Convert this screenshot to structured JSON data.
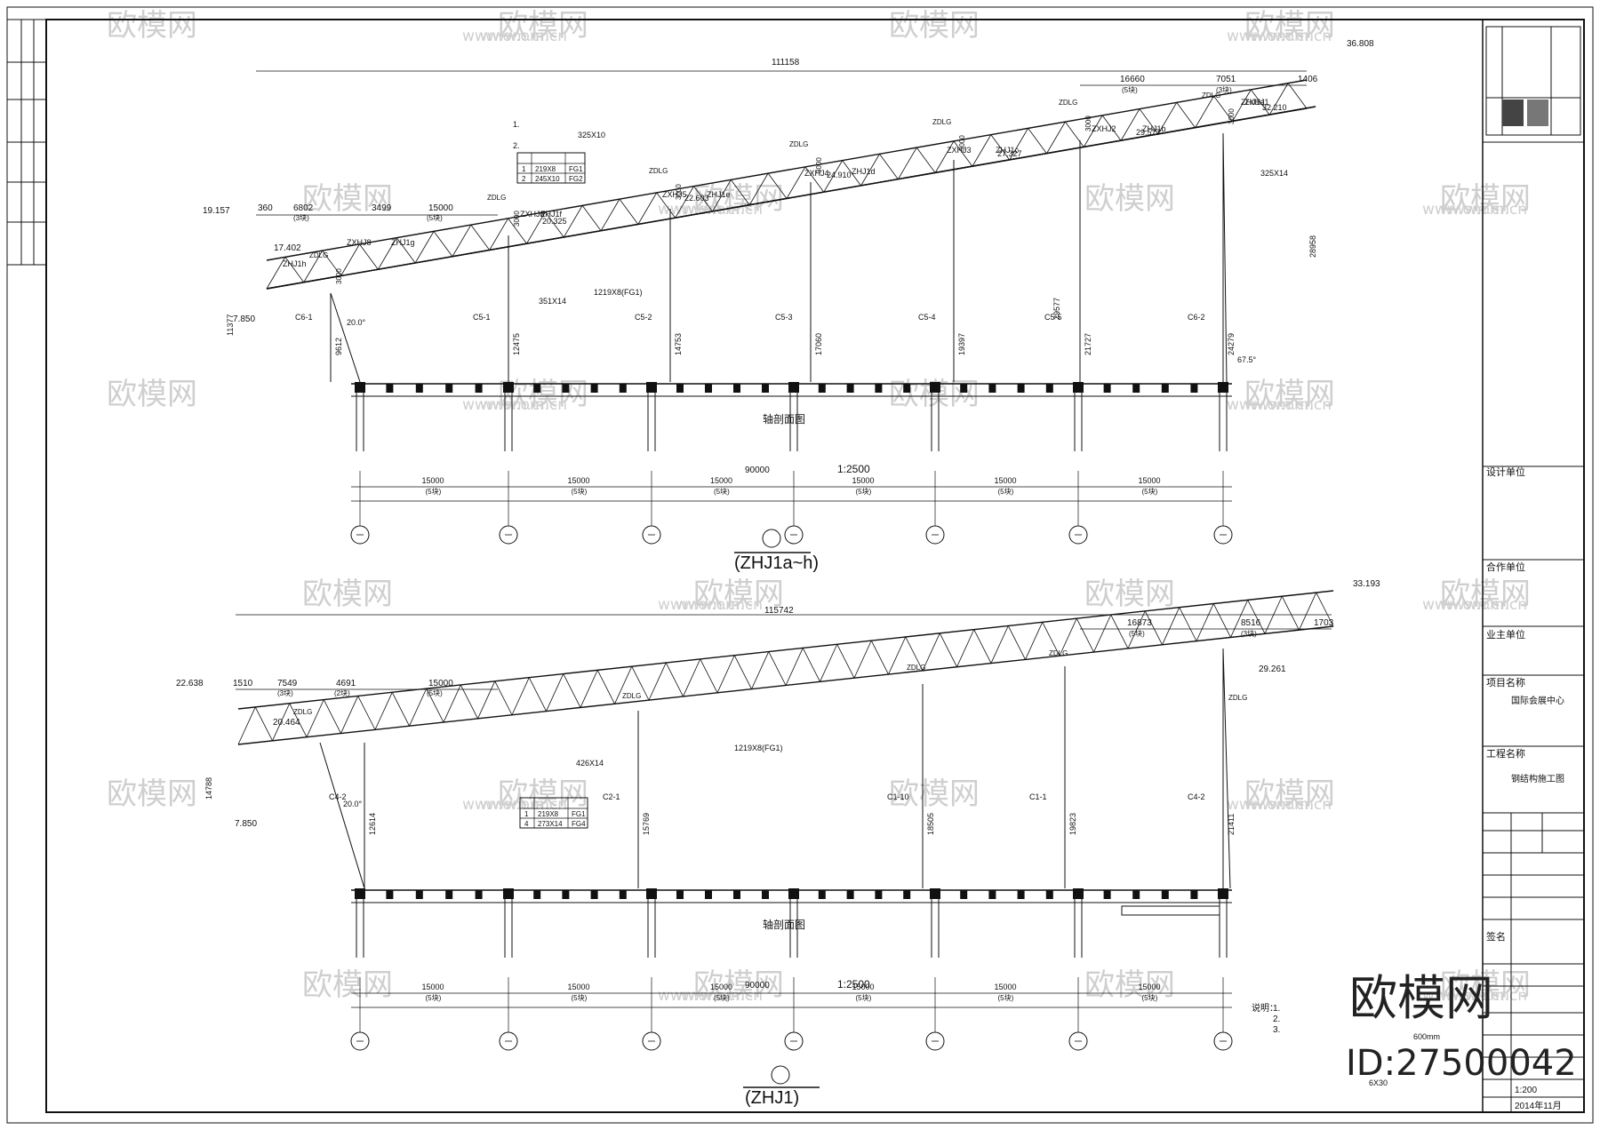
{
  "watermark": {
    "brand": "欧模网",
    "site": "www.om.cn",
    "id": "ID:27500042"
  },
  "top_view": {
    "overall_length": "111158",
    "top_elev": "36.808",
    "left_elev": "19.157",
    "elev_17": "17.402",
    "elev_7": "7.850",
    "height_11": "11377",
    "seg_left": [
      "360",
      "6802",
      "3499",
      "15000"
    ],
    "seg_left_sub": [
      "(3块)",
      "(5块)"
    ],
    "seg_right": [
      "16660",
      "7051",
      "1406"
    ],
    "seg_right_sub": [
      "(5块)",
      "(3块)"
    ],
    "truss_labels": [
      "ZHJ1h",
      "ZHJ1g",
      "ZHJ1f",
      "ZHJ1e",
      "ZHJ1d",
      "ZHJ1c",
      "ZHJ1b",
      "ZHJ1a"
    ],
    "joint_labels": [
      "ZXHJ8",
      "ZXHJ6",
      "ZXHJ5",
      "ZXHJ4",
      "ZXHJ3",
      "ZXHJ2",
      "ZXHJ1"
    ],
    "zdlg": "ZDLG",
    "elev_chain": [
      "20.325",
      "22.603",
      "24.910",
      "27.327",
      "29.577",
      "32.210"
    ],
    "column_labels": [
      "C6-1",
      "C5-1",
      "C5-2",
      "C5-3",
      "C5-4",
      "C5-5",
      "C6-2"
    ],
    "column_heights": [
      "9612",
      "12475",
      "14753",
      "17060",
      "19397",
      "21727",
      "24279"
    ],
    "height_29577": "29577",
    "height_28958": "28958",
    "depth_3000": "3000",
    "pipe_top": "325X10",
    "pipe_bottom": "351X14",
    "pipe_side": "325X14",
    "chord_note": "1219X8(FG1)",
    "angle_20": "20.0°",
    "angle_675": "67.5°",
    "note_items": [
      "1.",
      "2."
    ],
    "table_rows": [
      [
        "1",
        "219X8",
        "FG1"
      ],
      [
        "2",
        "245X10",
        "FG2"
      ]
    ],
    "plan_label": "轴剖面图",
    "spans": [
      "15000",
      "15000",
      "15000",
      "15000",
      "15000",
      "15000"
    ],
    "span_sub": "(5块)",
    "total": "90000",
    "scale": "1:2500",
    "title": "(ZHJ1a~h)"
  },
  "bottom_view": {
    "overall_length": "115742",
    "top_elev": "33.193",
    "left_elev": "22.638",
    "elev_20": "20.464",
    "elev_7": "7.850",
    "elev_29": "29.261",
    "height_14788": "14788",
    "seg_left": [
      "1510",
      "7549",
      "4691",
      "15000"
    ],
    "seg_left_sub": [
      "(3块)",
      "(2块)",
      "(5块)"
    ],
    "seg_right": [
      "16873",
      "8516",
      "1703"
    ],
    "seg_right_sub": [
      "(5块)",
      "(3块)"
    ],
    "zdlg": "ZDLG",
    "column_labels": [
      "C4-2",
      "C2-1",
      "C1-10",
      "C1-1",
      "C4-2"
    ],
    "column_heights": [
      "12614",
      "15769",
      "18505",
      "19823",
      "21411"
    ],
    "chord_note": "1219X8(FG1)",
    "pipe_note": "426X14",
    "angle_20": "20.0°",
    "table_rows": [
      [
        "1",
        "219X8",
        "FG1"
      ],
      [
        "4",
        "273X14",
        "FG4"
      ]
    ],
    "plan_label": "轴剖面图",
    "spans": [
      "15000",
      "15000",
      "15000",
      "15000",
      "15000",
      "15000"
    ],
    "span_sub": "(5块)",
    "total": "90000",
    "scale": "1:2500",
    "title": "(ZHJ1)"
  },
  "notes": {
    "heading": "说明：",
    "items": [
      "1.",
      "2.",
      "3."
    ],
    "mm_note": "600mm",
    "pipe_note": "6X30"
  },
  "title_block": {
    "design_unit": "设计单位",
    "coop_unit": "合作单位",
    "owner": "业主单位",
    "project_name": "项目名称",
    "project_value": "国际会展中心",
    "drawing_name": "工程名称",
    "drawing_value": "钢结构施工图",
    "sign": "签名",
    "scale": "1:200",
    "date": "2014年11月"
  }
}
